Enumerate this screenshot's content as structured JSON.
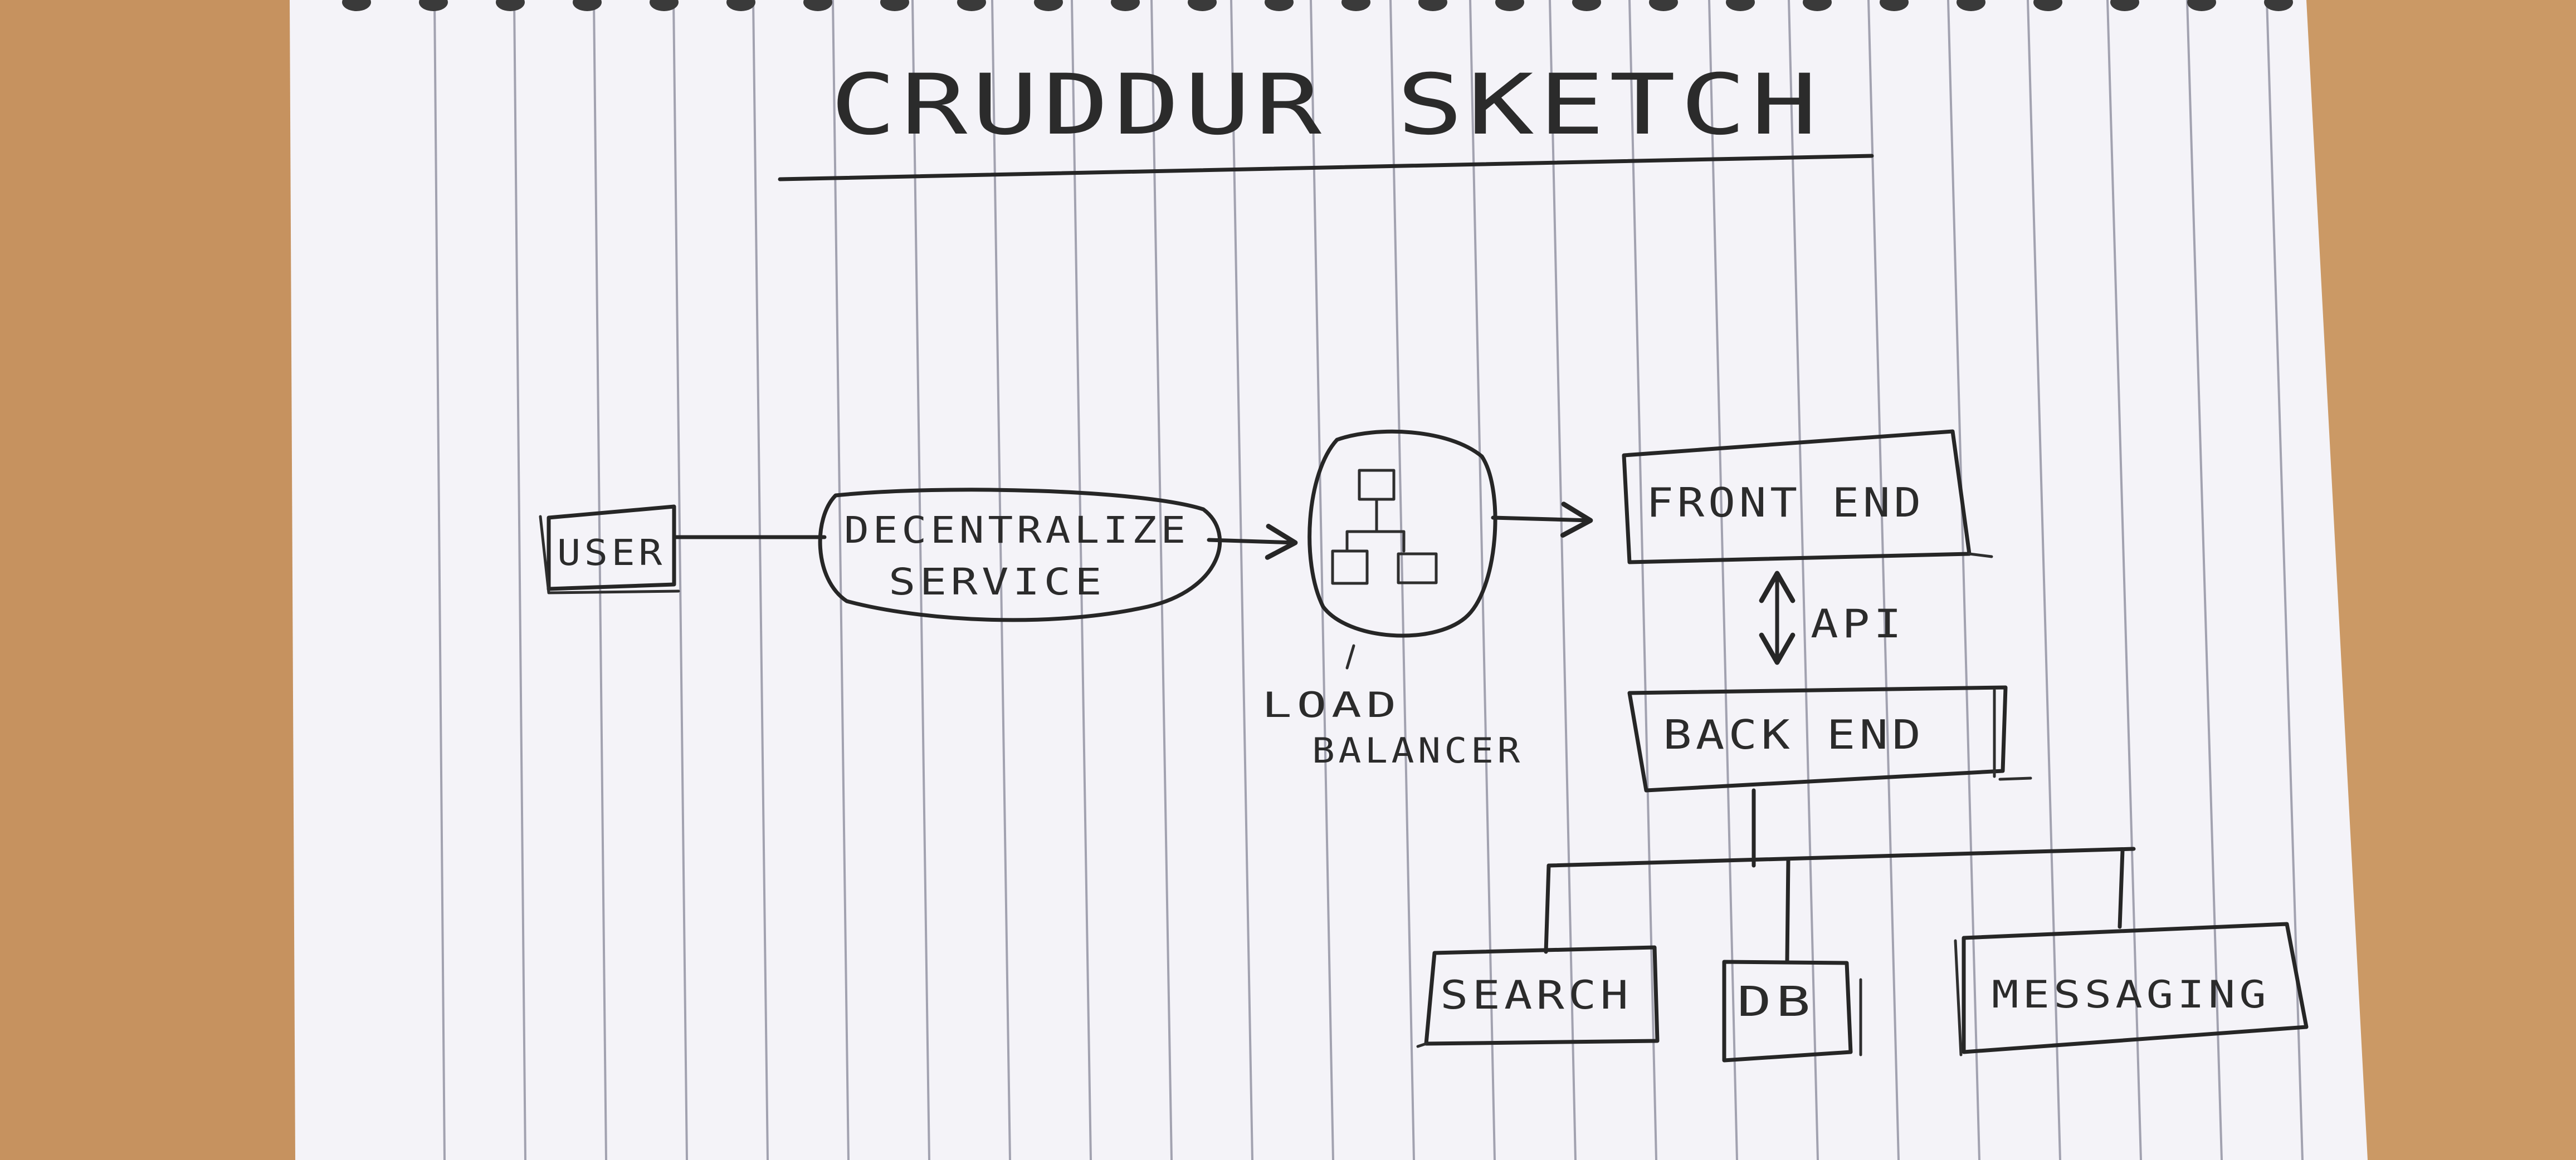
{
  "colors": {
    "desk": "#c6925f",
    "paper": "#f4f3f8",
    "rule_line": "#9a9aa8",
    "ink": "#262626"
  },
  "diagram": {
    "title": "CRUDDUR SKETCH",
    "nodes": {
      "user": "USER",
      "decentralize_line1": "DECENTRALIZE",
      "decentralize_line2": "SERVICE",
      "load_balancer_line1": "LOAD",
      "load_balancer_line2": "BALANCER",
      "frontend": "FRONT END",
      "backend": "BACK END",
      "search": "SEARCH",
      "db": "DB",
      "messaging": "MESSAGING"
    },
    "edge_labels": {
      "api": "API"
    }
  }
}
